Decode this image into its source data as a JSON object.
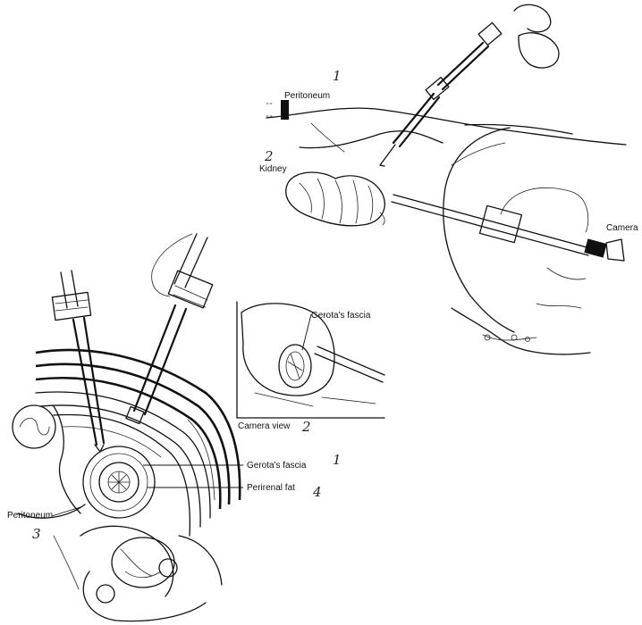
{
  "labels": {
    "peritoneum_top": "Peritoneum",
    "kidney": "Kidney",
    "camera": "Camera",
    "gerotas_fascia_inset": "Gerota's fascia",
    "camera_view": "Camera view",
    "gerotas_fascia": "Gerota's fascia",
    "perirenal_fat": "Perirenal fat",
    "peritoneum_bottom": "Peritoneum"
  },
  "handwritten": {
    "n1_top": "1",
    "n2_top": "2",
    "n2_inset": "2",
    "n1_side": "1",
    "n4_side": "4",
    "n3_bottom": "3"
  }
}
